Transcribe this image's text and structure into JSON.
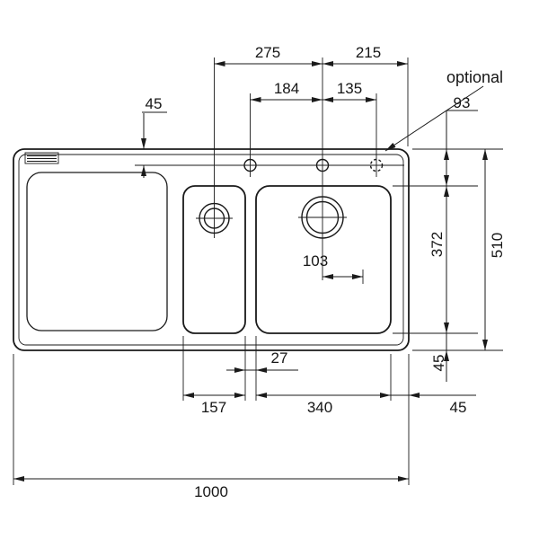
{
  "diagram": {
    "type": "sink-installation-drawing",
    "labels": {
      "optional": "optional"
    },
    "dims": {
      "d275": "275",
      "d215": "215",
      "d184": "184",
      "d135": "135",
      "d45_top": "45",
      "d93": "93",
      "d372": "372",
      "d510": "510",
      "d45_front": "45",
      "d45_side": "45",
      "d103": "103",
      "d27": "27",
      "d157": "157",
      "d340": "340",
      "d1000": "1000"
    },
    "colors": {
      "line": "#1a1a1a",
      "background": "#ffffff"
    },
    "icons": {
      "brand": "franke-logo"
    }
  }
}
